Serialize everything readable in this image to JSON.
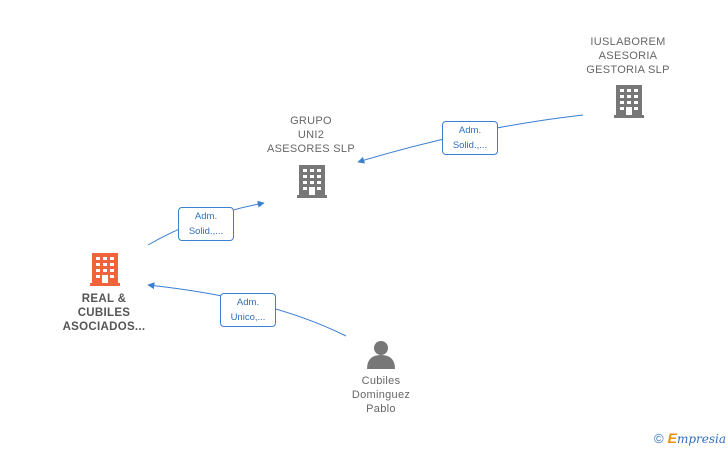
{
  "nodes": {
    "iuslaborem": {
      "lines": [
        "IUSLABOREM",
        "ASESORIA",
        "GESTORIA  SLP"
      ],
      "icon": "building-icon",
      "color": "#777777"
    },
    "grupo": {
      "lines": [
        "GRUPO",
        "UNI2",
        "ASESORES  SLP"
      ],
      "icon": "building-icon",
      "color": "#777777"
    },
    "real": {
      "lines": [
        "REAL &",
        "CUBILES",
        "ASOCIADOS..."
      ],
      "icon": "building-icon",
      "color": "#f0643c"
    },
    "cubiles": {
      "lines": [
        "Cubiles",
        "Dominguez",
        "Pablo"
      ],
      "icon": "person-icon",
      "color": "#777777"
    }
  },
  "edges": {
    "iuslaborem_grupo": {
      "lines": [
        "Adm.",
        "Solid.,..."
      ]
    },
    "grupo_real": {
      "lines": [
        "Adm.",
        "Solid.,..."
      ]
    },
    "cubiles_real": {
      "lines": [
        "Adm.",
        "Unico,..."
      ]
    }
  },
  "colors": {
    "edge": "#3a7fd0"
  },
  "credit": {
    "copyright": "©",
    "brand_initial": "E",
    "brand_rest": "mpresia"
  }
}
